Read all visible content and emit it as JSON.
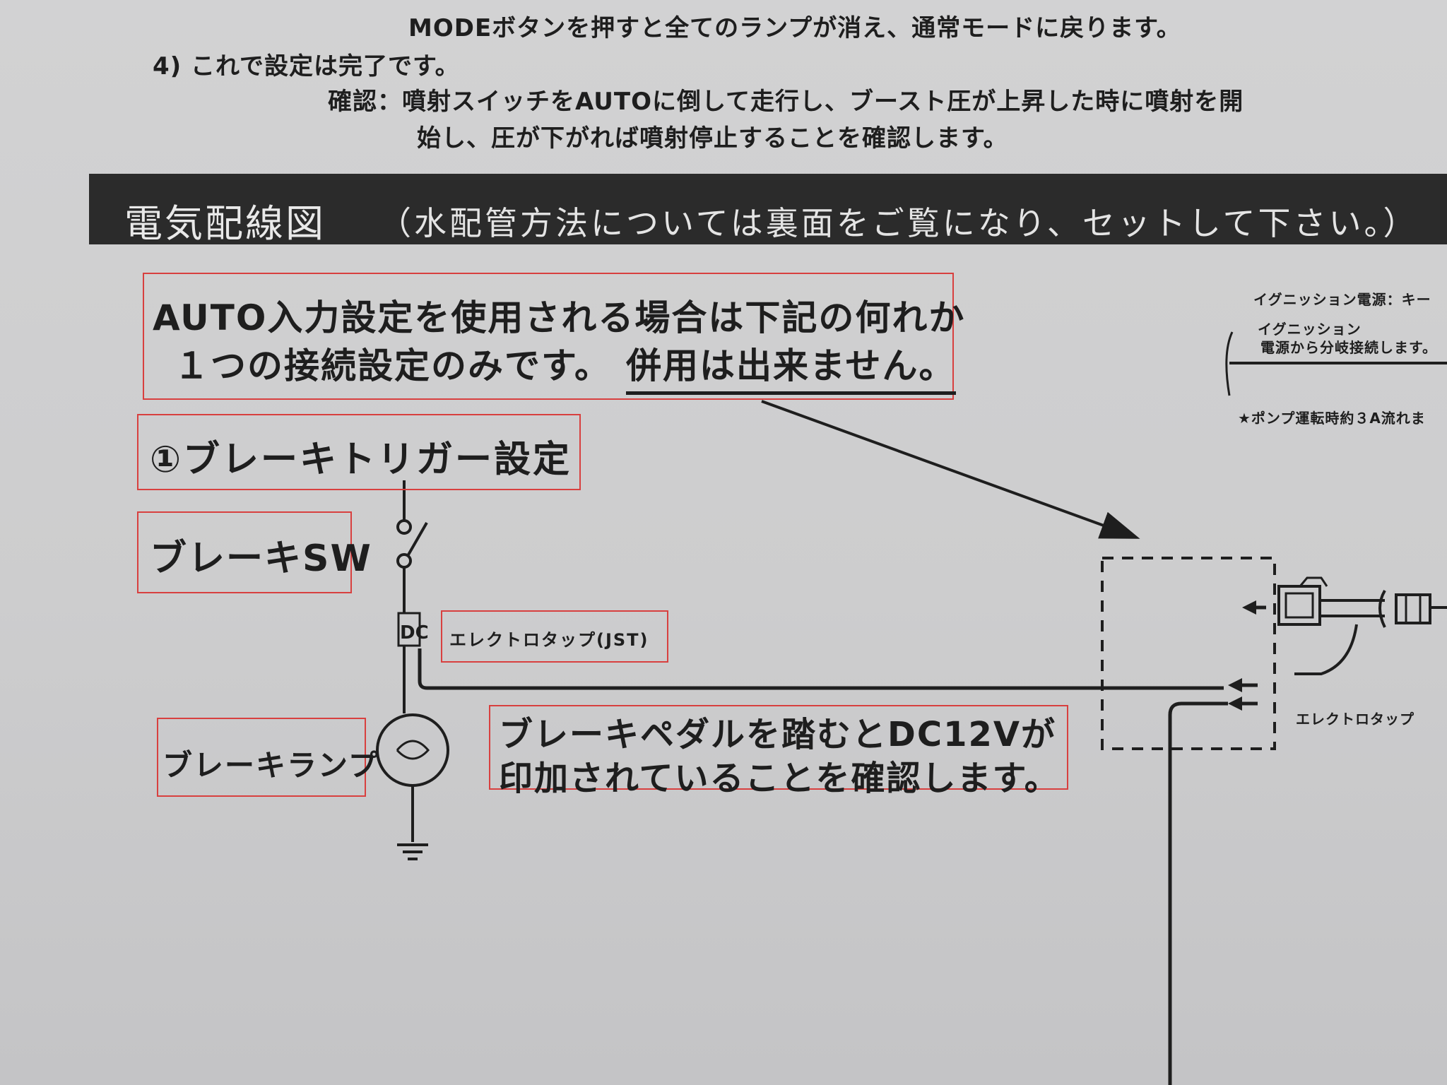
{
  "instructions": {
    "line_mode": "MODEボタンを押すと全てのランプが消え、通常モードに戻ります。",
    "step4": "4) これで設定は完了です。",
    "confirm_line1": "確認：噴射スイッチをAUTOに倒して走行し、ブースト圧が上昇した時に噴射を開",
    "confirm_line2": "始し、圧が下がれば噴射停止することを確認します。"
  },
  "banner": {
    "title": "電気配線図",
    "subtitle": "（水配管方法については裏面をご覧になり、セットして下さい。）"
  },
  "notice": {
    "line1": "AUTO入力設定を使用される場合は下記の何れか",
    "line2_lead": "１つの接続設定のみです。",
    "line2_underlined": "併用は出来ません。"
  },
  "diagram": {
    "trigger_setting_title": "①ブレーキトリガー設定",
    "brake_switch_label": "ブレーキSW",
    "electrotap_jst_label": "エレクトロタップ(JST)",
    "brake_lamp_label": "ブレーキランプ",
    "pedal_note_line1": "ブレーキペダルを踏むとDC12Vが",
    "pedal_note_line2": "印加されていることを確認します。",
    "ignition_power_label": "イグニッション電源：キー",
    "ignition_label": "イグニッション",
    "ignition_branch_label": "電源から分岐接続します。",
    "pump_note": "★ポンプ運転時約３A流れま",
    "electrotap_right_label": "エレクトロタップ"
  },
  "colors": {
    "paper": "#cfcfd0",
    "ink": "#1e1e1e",
    "banner": "#2b2b2b",
    "highlight_box": "#d8403f"
  }
}
